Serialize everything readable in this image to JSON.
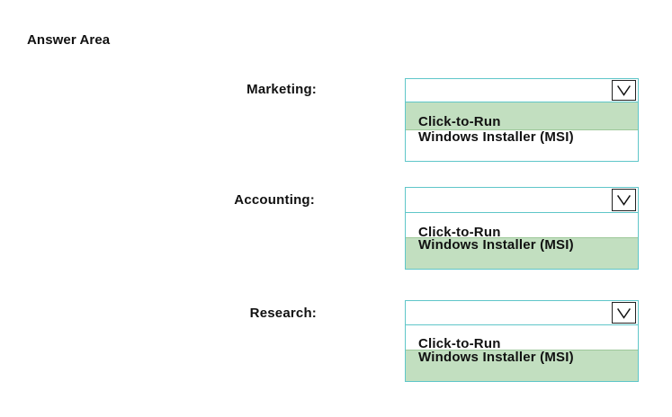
{
  "answer_area": {
    "title": "Answer Area"
  },
  "rows": [
    {
      "label": "Marketing:",
      "options": [
        "Click-to-Run",
        "Windows Installer (MSI)"
      ],
      "selected": "Click-to-Run"
    },
    {
      "label": "Accounting:",
      "options": [
        "Click-to-Run",
        "Windows Installer (MSI)"
      ],
      "selected": "Windows Installer (MSI)"
    },
    {
      "label": "Research:",
      "options": [
        "Click-to-Run",
        "Windows Installer (MSI)"
      ],
      "selected": "Windows Installer (MSI)"
    }
  ],
  "colors": {
    "dropdown_border": "#5fc6c9",
    "selected_highlight": "#c2dfc0"
  },
  "icons": {
    "dropdown_toggle": "chevron-down-icon"
  }
}
